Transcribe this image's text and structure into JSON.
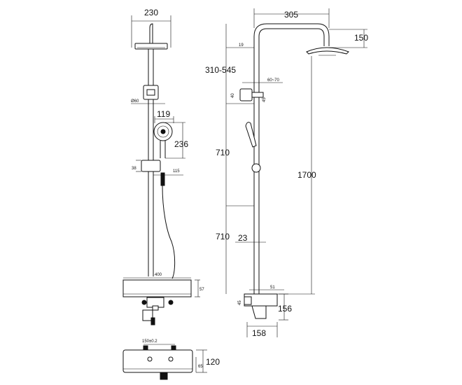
{
  "front_view": {
    "head_width": "230",
    "bracket_dia": "Ø60",
    "handshower_width": "119",
    "handshower_height": "236",
    "holder_size": "38",
    "holder_offset": "115",
    "shelf_width": "400",
    "shelf_height": "57"
  },
  "side_view": {
    "arm_reach": "305",
    "head_drop": "150",
    "arm_tube": "19",
    "bracket_range": "310-545",
    "bracket_width": "60~70",
    "bracket_size": "40",
    "bracket_depth": "45",
    "segment_upper": "710",
    "segment_lower": "710",
    "overall_height": "1700",
    "pipe_dia": "23",
    "base_offset": "51",
    "base_small": "45",
    "valve_height": "156",
    "valve_depth": "158"
  },
  "bottom_view": {
    "centers": "150±0.2",
    "depth": "120",
    "inner": "65"
  }
}
